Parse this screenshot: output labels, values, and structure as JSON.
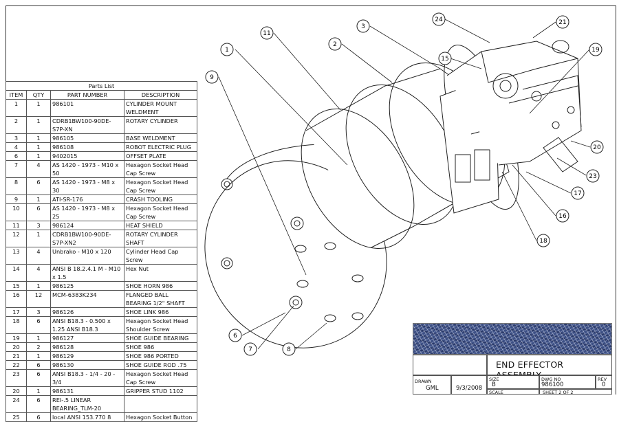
{
  "parts_list": {
    "caption": "Parts List",
    "headers": [
      "ITEM",
      "QTY",
      "PART NUMBER",
      "DESCRIPTION"
    ],
    "rows": [
      [
        "1",
        "1",
        "986101",
        "CYLINDER MOUNT WELDMENT"
      ],
      [
        "2",
        "1",
        "CDRB1BW100-90DE-S7P-XN",
        "ROTARY CYLINDER"
      ],
      [
        "3",
        "1",
        "986105",
        "BASE WELDMENT"
      ],
      [
        "4",
        "1",
        "986108",
        "ROBOT ELECTRIC PLUG"
      ],
      [
        "6",
        "1",
        "9402015",
        "OFFSET PLATE"
      ],
      [
        "7",
        "4",
        "AS 1420 - 1973 - M10 x 50",
        "Hexagon Socket Head Cap Screw"
      ],
      [
        "8",
        "6",
        "AS 1420 - 1973 - M8 x 30",
        "Hexagon Socket Head Cap Screw"
      ],
      [
        "9",
        "1",
        "ATI-SR-176",
        "CRASH TOOLING"
      ],
      [
        "10",
        "6",
        "AS 1420 - 1973 - M8 x 25",
        "Hexagon Socket Head Cap Screw"
      ],
      [
        "11",
        "3",
        "986124",
        "HEAT SHIELD"
      ],
      [
        "12",
        "1",
        "CDRB1BW100-90DE-S7P-XN2",
        "ROTARY CYLINDER SHAFT"
      ],
      [
        "13",
        "4",
        "Unbrako - M10 x 120",
        "Cylinder Head Cap Screw"
      ],
      [
        "14",
        "4",
        "ANSI B 18.2.4.1 M - M10 x 1.5",
        "Hex Nut"
      ],
      [
        "15",
        "1",
        "986125",
        "SHOE HORN 986"
      ],
      [
        "16",
        "12",
        "MCM-6383K234",
        "FLANGED BALL BEARING 1/2\" SHAFT"
      ],
      [
        "17",
        "3",
        "986126",
        "SHOE LINK 986"
      ],
      [
        "18",
        "6",
        "ANSI B18.3 - 0.500 x 1.25 ANSI B18.3",
        "Hexagon Socket Head Shoulder Screw"
      ],
      [
        "19",
        "1",
        "986127",
        "SHOE GUIDE BEARING"
      ],
      [
        "20",
        "2",
        "986128",
        "SHOE 986"
      ],
      [
        "21",
        "1",
        "986129",
        "SHOE 986 PORTED"
      ],
      [
        "22",
        "6",
        "986130",
        "SHOE GUIDE ROD .75"
      ],
      [
        "23",
        "6",
        "ANSI B18.3 - 1/4 - 20 - 3/4",
        "Hexagon Socket Head Cap Screw"
      ],
      [
        "20",
        "1",
        "986131",
        "GRIPPER STUD 1102"
      ],
      [
        "24",
        "6",
        "REI-.5 LINEAR BEARING_TLM-20",
        ""
      ],
      [
        "25",
        "6",
        "local ANSI 153.770 8",
        "Hexagon Socket Button"
      ]
    ]
  },
  "balloons": [
    "1",
    "11",
    "3",
    "2",
    "24",
    "15",
    "21",
    "19",
    "9",
    "20",
    "23",
    "17",
    "16",
    "18",
    "6",
    "7",
    "8"
  ],
  "title_block": {
    "title": "END EFFECTOR ASSEMBLY",
    "drawn_label": "DRAWN",
    "drawn_by": "GML",
    "date": "9/3/2008",
    "size_label": "SIZE",
    "size": "B",
    "dwg_no_label": "DWG NO",
    "dwg_no": "986100",
    "rev_label": "REV",
    "rev": "0",
    "scale_label": "SCALE",
    "sheet": "SHEET 2  OF 2"
  }
}
